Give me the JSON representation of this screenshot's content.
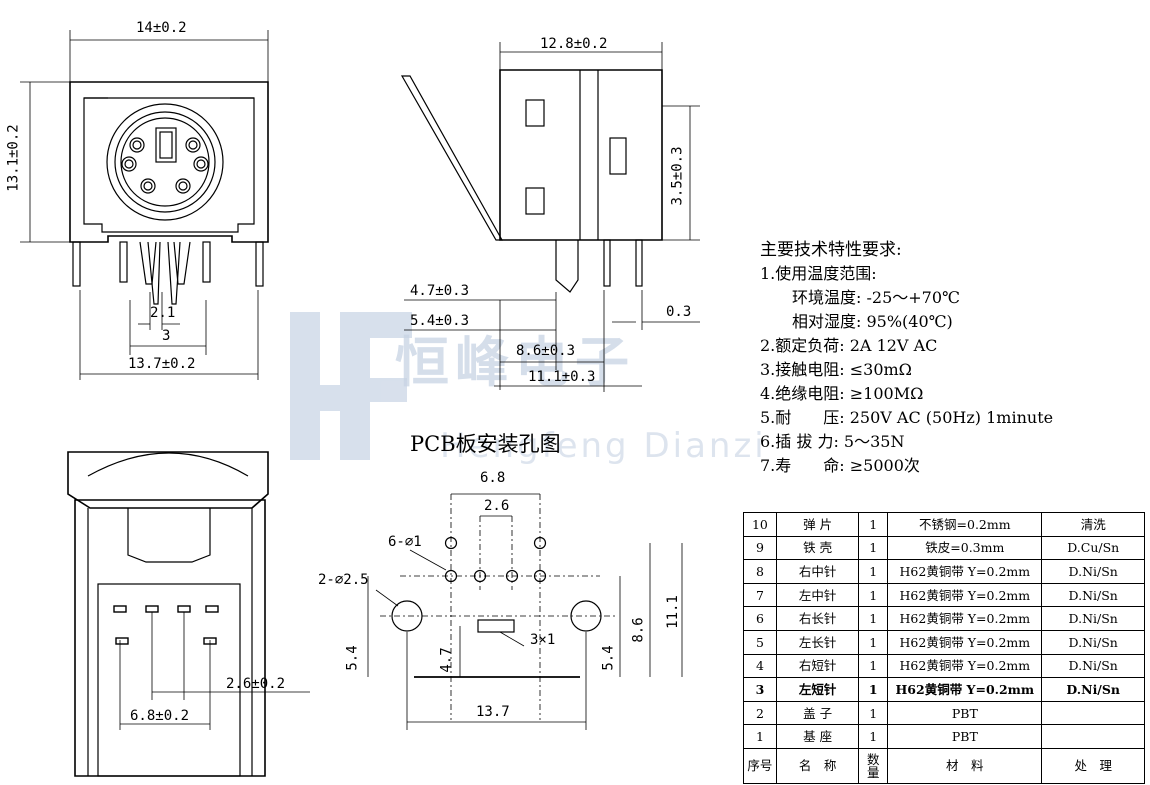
{
  "front_view": {
    "dim_width_top": "14±0.2",
    "dim_height_left": "13.1±0.2",
    "dim_pin_pitch": "2.1",
    "dim_pin_span": "3",
    "dim_width_bottom": "13.7±0.2"
  },
  "side_view": {
    "dim_width_top": "12.8±0.2",
    "dim_height_right": "3.5±0.3",
    "dim_a": "4.7±0.3",
    "dim_b": "5.4±0.3",
    "dim_c": "8.6±0.3",
    "dim_d": "11.1±0.3",
    "dim_e": "0.3"
  },
  "pcb": {
    "title": "PCB板安装孔图",
    "dim_top_outer": "6.8",
    "dim_top_inner": "2.6",
    "small_holes": "6-⌀1",
    "big_holes": "2-⌀2.5",
    "slot": "3×1",
    "dim_left_54": "5.4",
    "dim_left_47": "4.7",
    "dim_right_54": "5.4",
    "dim_right_86": "8.6",
    "dim_right_111": "11.1",
    "dim_bottom": "13.7"
  },
  "bottom_view": {
    "dim_a": "2.6±0.2",
    "dim_b": "6.8±0.2"
  },
  "watermark": {
    "text": "恒峰电子",
    "sub": "Hengfeng Dianzi"
  },
  "specs": {
    "heading": "主要技术特性要求:",
    "items": [
      "1.使用温度范围:",
      "环境温度: -25～+70℃",
      "相对湿度: 95%(40℃)",
      "2.额定负荷: 2A 12V AC",
      "3.接触电阻: ≤30mΩ",
      "4.绝缘电阻: ≥100MΩ",
      "5.耐　　压: 250V AC (50Hz) 1minute",
      "6.插 拔 力: 5～35N",
      "7.寿　　命: ≥5000次"
    ]
  },
  "bom": {
    "rows": [
      [
        "10",
        "弹 片",
        "1",
        "不锈钢=0.2mm",
        "清洗"
      ],
      [
        "9",
        "铁 壳",
        "1",
        "铁皮=0.3mm",
        "D.Cu/Sn"
      ],
      [
        "8",
        "右中针",
        "1",
        "H62黄铜带 Y=0.2mm",
        "D.Ni/Sn"
      ],
      [
        "7",
        "左中针",
        "1",
        "H62黄铜带 Y=0.2mm",
        "D.Ni/Sn"
      ],
      [
        "6",
        "右长针",
        "1",
        "H62黄铜带 Y=0.2mm",
        "D.Ni/Sn"
      ],
      [
        "5",
        "左长针",
        "1",
        "H62黄铜带 Y=0.2mm",
        "D.Ni/Sn"
      ],
      [
        "4",
        "右短针",
        "1",
        "H62黄铜带 Y=0.2mm",
        "D.Ni/Sn"
      ],
      [
        "3",
        "左短针",
        "1",
        "H62黄铜带 Y=0.2mm",
        "D.Ni/Sn"
      ],
      [
        "2",
        "盖 子",
        "1",
        "PBT",
        ""
      ],
      [
        "1",
        "基 座",
        "1",
        "PBT",
        ""
      ]
    ],
    "header": [
      "序号",
      "名　称",
      "数量",
      "材　料",
      "处　理"
    ]
  }
}
